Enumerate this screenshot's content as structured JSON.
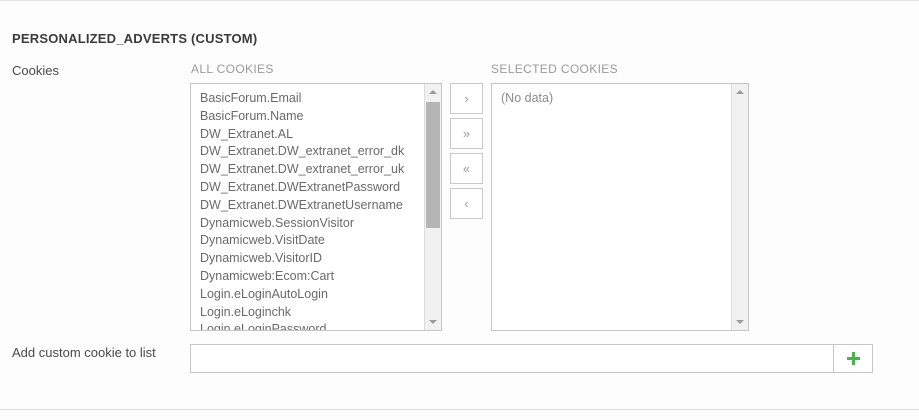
{
  "section": {
    "title": "PERSONALIZED_ADVERTS (CUSTOM)"
  },
  "fields": {
    "cookies_label": "Cookies",
    "add_custom_label": "Add custom cookie to list"
  },
  "all_cookies": {
    "caption": "ALL COOKIES",
    "items": [
      "BasicForum.Email",
      "BasicForum.Name",
      "DW_Extranet.AL",
      "DW_Extranet.DW_extranet_error_dk",
      "DW_Extranet.DW_extranet_error_uk",
      "DW_Extranet.DWExtranetPassword",
      "DW_Extranet.DWExtranetUsername",
      "Dynamicweb.SessionVisitor",
      "Dynamicweb.VisitDate",
      "Dynamicweb.VisitorID",
      "Dynamicweb:Ecom:Cart",
      "Login.eLoginAutoLogin",
      "Login.eLoginchk",
      "Login.eLoginPassword"
    ],
    "scroll_up_icon": "triangle-up-icon",
    "scroll_down_icon": "triangle-down-icon"
  },
  "selected_cookies": {
    "caption": "SELECTED COOKIES",
    "items": [
      "(No data)"
    ],
    "empty": true,
    "scroll_up_icon": "triangle-up-icon",
    "scroll_down_icon": "triangle-down-icon"
  },
  "transfer_buttons": [
    {
      "name": "move-right-button",
      "label": "›"
    },
    {
      "name": "move-all-right-button",
      "label": "»"
    },
    {
      "name": "move-all-left-button",
      "label": "«"
    },
    {
      "name": "move-left-button",
      "label": "‹"
    }
  ],
  "add_custom": {
    "value": "",
    "placeholder": "",
    "button_icon": "plus-icon",
    "button_color": "#4caf50"
  },
  "colors": {
    "page_background": "#fdfdfd",
    "border": "#c6c6c6",
    "caption_text": "#9a9a9a",
    "list_text": "#6a6a6a",
    "accent_green": "#4caf50"
  }
}
